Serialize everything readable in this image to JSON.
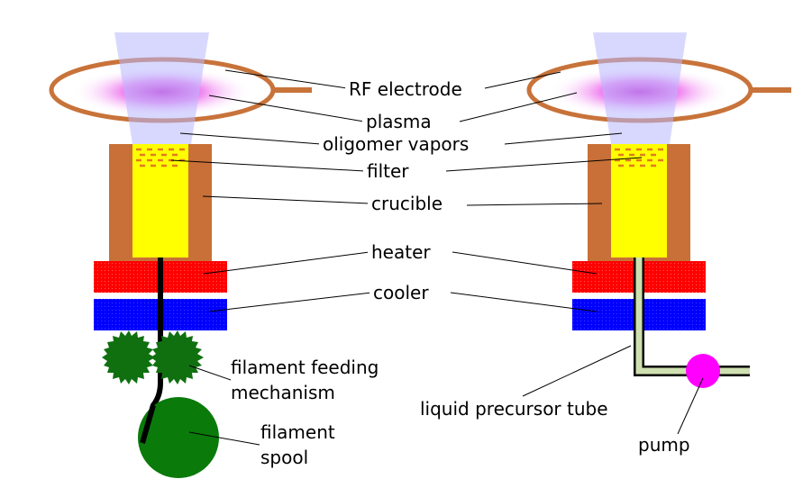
{
  "labels": {
    "rf_electrode": "RF electrode",
    "plasma": "plasma",
    "oligomer_vapors": "oligomer vapors",
    "filter": "filter",
    "crucible": "crucible",
    "heater": "heater",
    "cooler": "cooler",
    "filament_feeding_line1": "filament feeding",
    "filament_feeding_line2": "mechanism",
    "filament_spool_line1": "filament",
    "filament_spool_line2": "spool",
    "liquid_precursor_tube": "liquid precursor tube",
    "pump": "pump"
  },
  "colors": {
    "electrode": "#c8733a",
    "crucible": "#c87038",
    "oligomer": "#ffff00",
    "filter_dash": "#e07a20",
    "heater": "#ff0000",
    "cooler": "#0000ff",
    "gear": "#107010",
    "spool": "#0a7a0a",
    "tube": "#cfe0b0",
    "pump": "#ff00ff",
    "beam": "#c8c8ff",
    "plasma_core": "#cc33cc"
  }
}
